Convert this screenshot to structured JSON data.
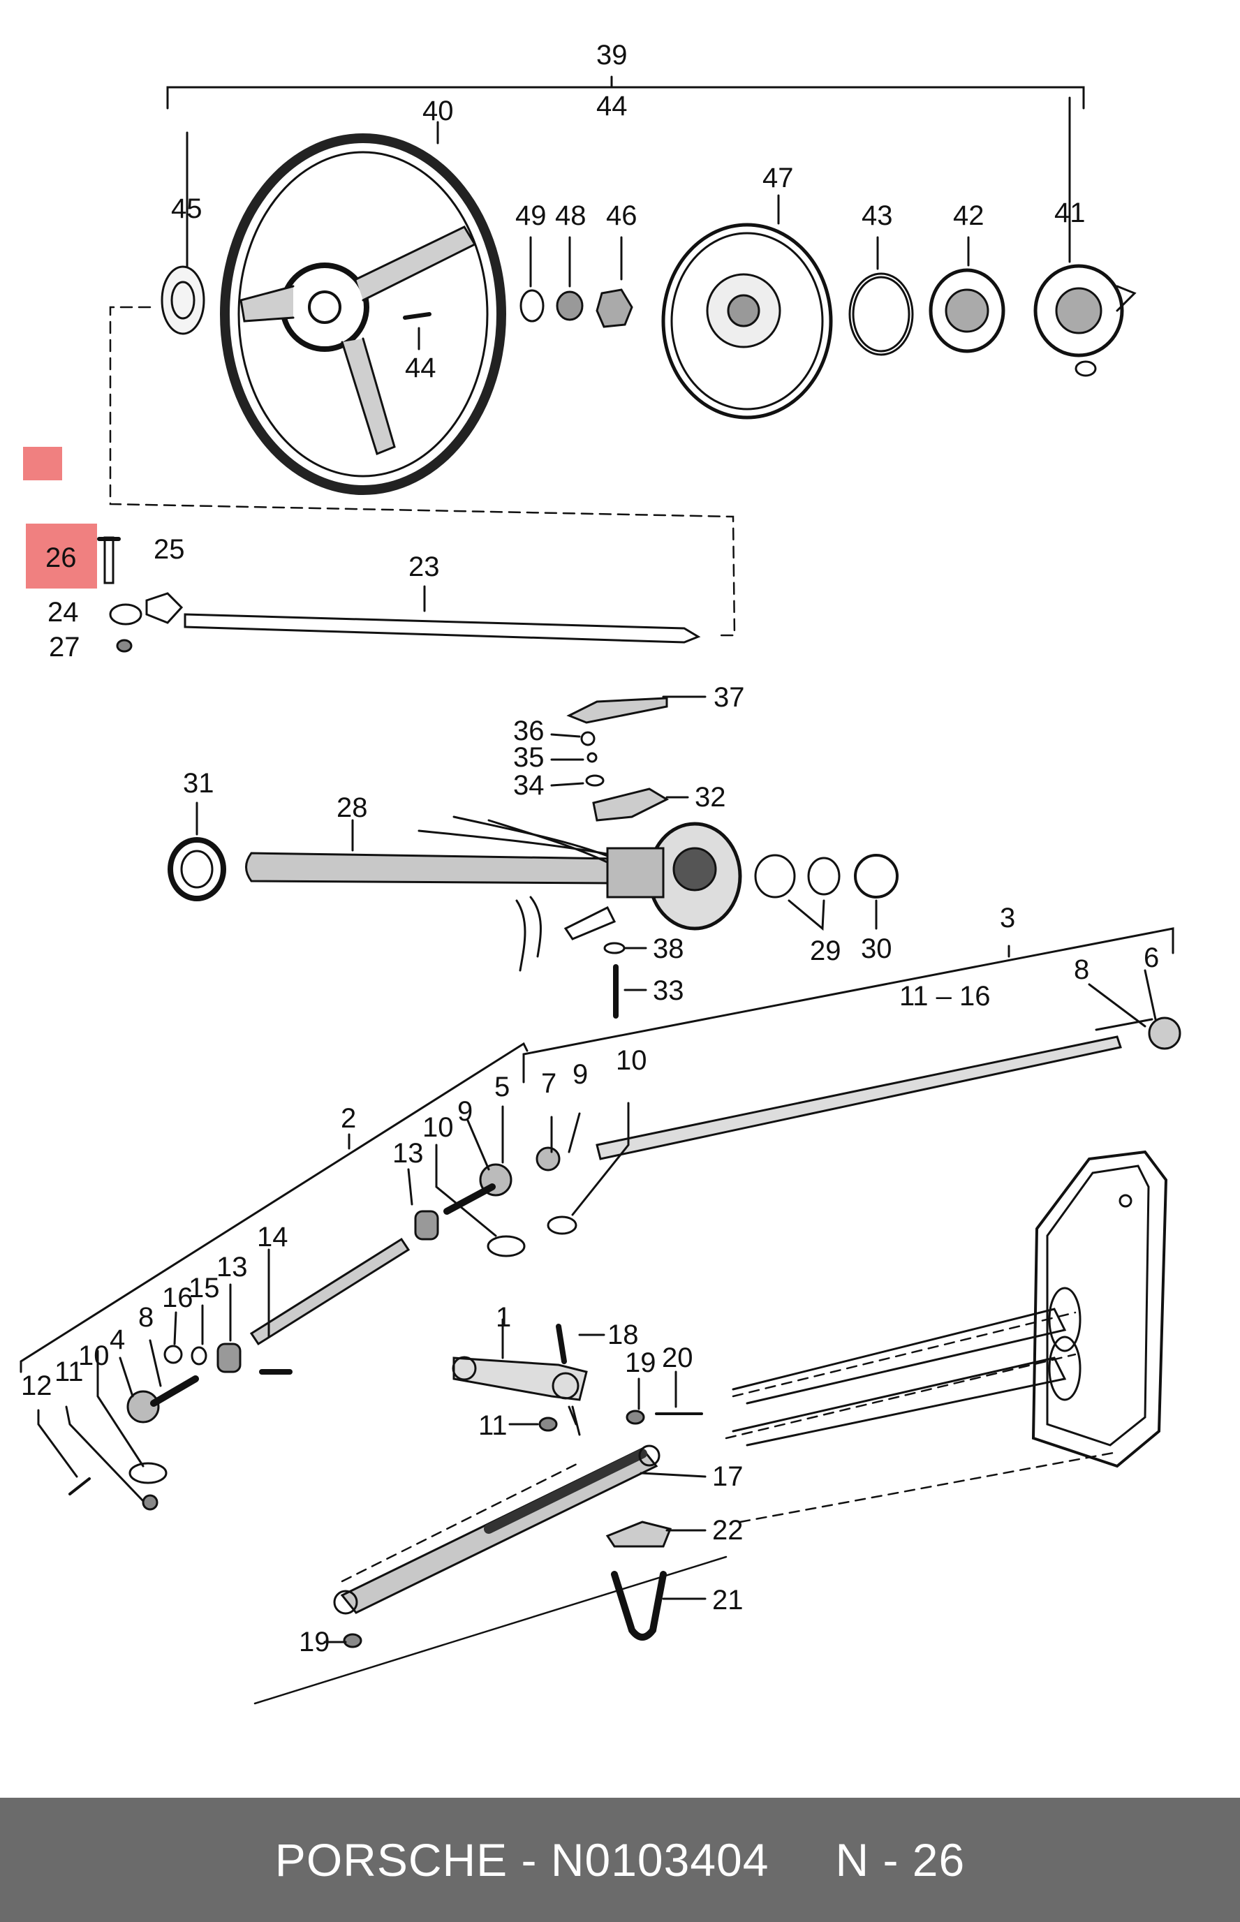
{
  "diagram": {
    "callouts": [
      "1",
      "2",
      "3",
      "4",
      "5",
      "6",
      "7",
      "8",
      "9",
      "10",
      "11",
      "12",
      "13",
      "14",
      "15",
      "16",
      "17",
      "18",
      "19",
      "20",
      "21",
      "22",
      "23",
      "24",
      "25",
      "26",
      "27",
      "28",
      "29",
      "30",
      "31",
      "32",
      "33",
      "34",
      "35",
      "36",
      "37",
      "38",
      "39",
      "40",
      "41",
      "42",
      "43",
      "44",
      "45",
      "46",
      "47",
      "48",
      "49"
    ],
    "range_label": "11 – 16",
    "highlighted_part": "26",
    "highlight_color": "#f08080"
  },
  "footer": {
    "title": "PORSCHE - N0103404",
    "page_ref": "N - 26",
    "background": "#6b6b6b"
  }
}
